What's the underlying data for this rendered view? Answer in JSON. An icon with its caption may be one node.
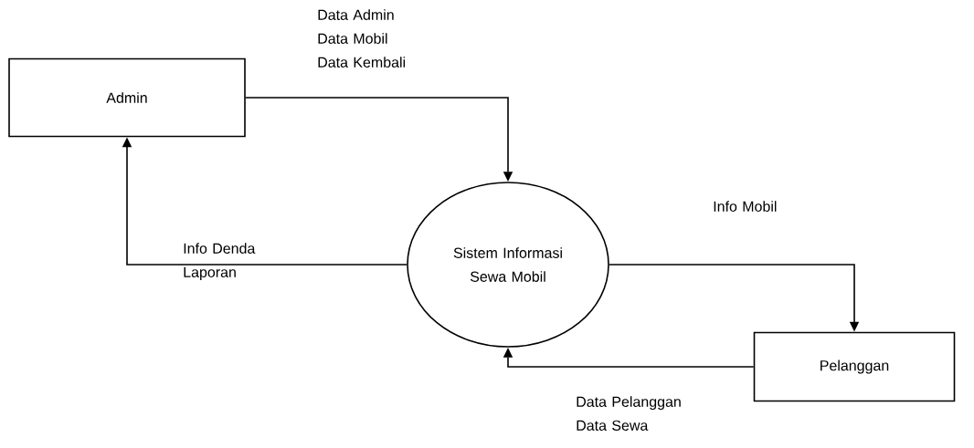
{
  "diagram": {
    "nodes": [
      {
        "text": [
          "Admin"
        ]
      },
      {
        "text": [
          "Sistem Informasi Sewa Mobil"
        ]
      },
      {
        "text": [
          "Pelanggan"
        ]
      }
    ],
    "edges": [
      {
        "from": 0,
        "to": 1,
        "arrow": "to",
        "label": "Data Admin Data Mobil Data Kembali"
      },
      {
        "from": 1,
        "to": 0,
        "arrow": "to",
        "label": "Info Denda Laporan"
      },
      {
        "from": 1,
        "to": 2,
        "arrow": "to",
        "label": "Info Mobil"
      },
      {
        "from": 2,
        "to": 1,
        "arrow": "to",
        "label": "Data Pelanggan Data Sewa"
      }
    ]
  }
}
